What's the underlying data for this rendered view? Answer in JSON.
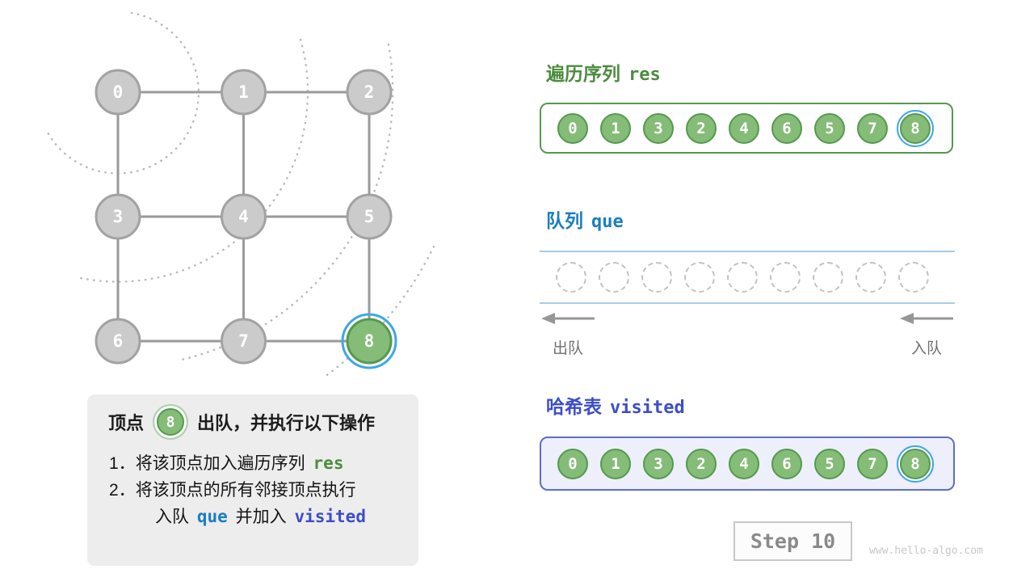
{
  "colors": {
    "node-gray-fill": "#CBCBCB",
    "node-gray-border": "#A2A2A2",
    "node-green-fill": "#85BC77",
    "node-green-border": "#55994F",
    "highlight-ring": "#3FA7E8",
    "edge-gray": "#9A9A9A",
    "arc-dot": "#B8B8B8",
    "green-accent": "#4C8C3F",
    "blue-accent": "#1B7EC2",
    "indigo-accent": "#3D4EC6",
    "queue-line": "#A9CCE9",
    "visited-border": "#5F6EC6",
    "visited-bg": "#EDEFFB"
  },
  "graph": {
    "nodes": [
      {
        "label": "0",
        "row": 0,
        "col": 0
      },
      {
        "label": "1",
        "row": 0,
        "col": 1
      },
      {
        "label": "2",
        "row": 0,
        "col": 2
      },
      {
        "label": "3",
        "row": 1,
        "col": 0
      },
      {
        "label": "4",
        "row": 1,
        "col": 1
      },
      {
        "label": "5",
        "row": 1,
        "col": 2
      },
      {
        "label": "6",
        "row": 2,
        "col": 0
      },
      {
        "label": "7",
        "row": 2,
        "col": 1
      },
      {
        "label": "8",
        "row": 2,
        "col": 2,
        "highlight": true
      }
    ],
    "edges": [
      [
        0,
        1
      ],
      [
        1,
        2
      ],
      [
        3,
        4
      ],
      [
        4,
        5
      ],
      [
        6,
        7
      ],
      [
        7,
        8
      ],
      [
        0,
        3
      ],
      [
        3,
        6
      ],
      [
        1,
        4
      ],
      [
        4,
        7
      ],
      [
        2,
        5
      ],
      [
        5,
        8
      ]
    ]
  },
  "info_box": {
    "title_prefix": "顶点",
    "vertex": "8",
    "title_suffix": "出队，并执行以下操作",
    "line1_num": "1．",
    "line1_text": "将该顶点加入遍历序列",
    "line1_code": "res",
    "line2_num": "2．",
    "line2_text": "将该顶点的所有邻接顶点执行",
    "line3_pre": "入队",
    "line3_code1": "que",
    "line3_mid": "并加入",
    "line3_code2": "visited"
  },
  "res_panel": {
    "heading_zh": "遍历序列",
    "heading_code": "res",
    "values": [
      "0",
      "1",
      "3",
      "2",
      "4",
      "6",
      "5",
      "7",
      "8"
    ],
    "highlight_index": 8
  },
  "queue_panel": {
    "heading_zh": "队列",
    "heading_code": "que",
    "slot_count": 9,
    "dequeue_label": "出队",
    "enqueue_label": "入队"
  },
  "visited_panel": {
    "heading_zh": "哈希表",
    "heading_code": "visited",
    "values": [
      "0",
      "1",
      "3",
      "2",
      "4",
      "6",
      "5",
      "7",
      "8"
    ],
    "highlight_index": 8
  },
  "step": {
    "label": "Step 10"
  },
  "watermark": "www.hello-algo.com"
}
